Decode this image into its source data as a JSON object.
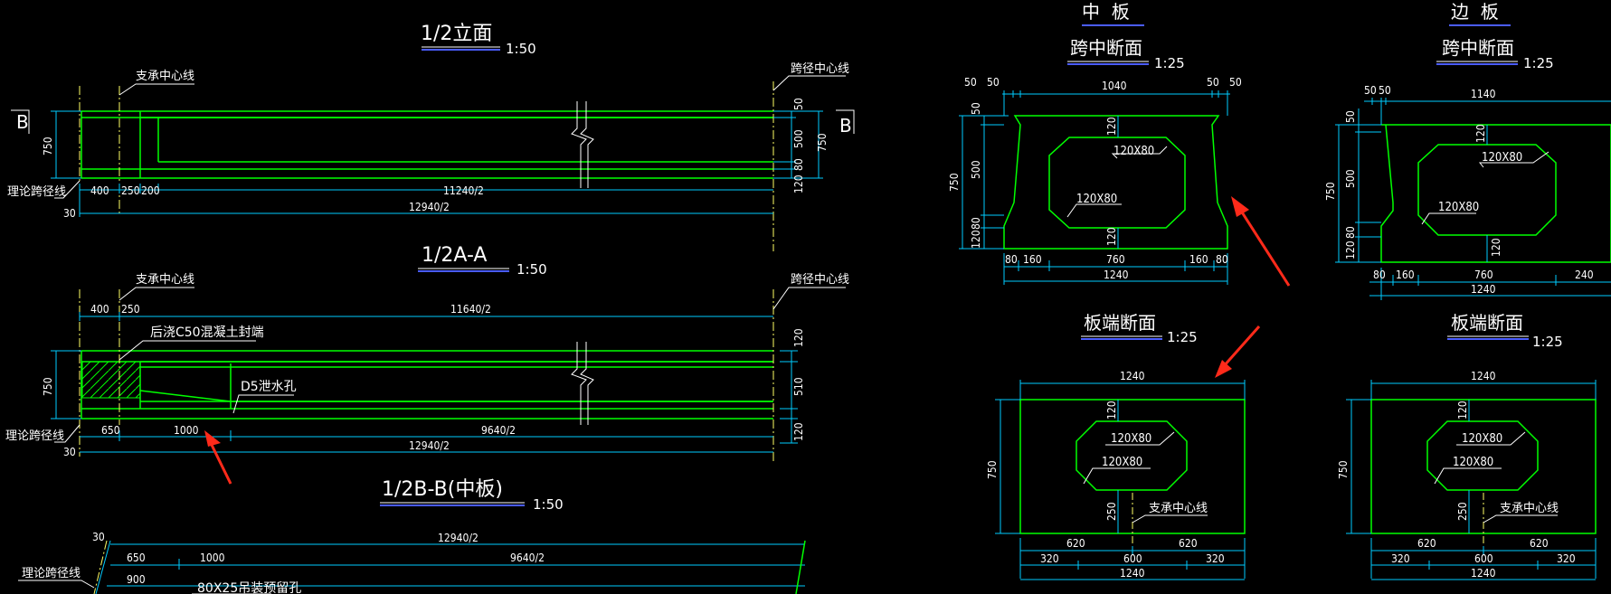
{
  "elevation": {
    "title": "1/2立面",
    "scale": "1:50",
    "section_mark": "B",
    "labels": {
      "support_centerline": "支承中心线",
      "span_centerline": "跨径中心线",
      "theory_span_line": "理论跨径线"
    },
    "dims": {
      "overall_h": "750",
      "right_top": "50",
      "right_mid": "500",
      "right_80": "80",
      "right_120": "120",
      "right_total": "750",
      "d400": "400",
      "d250": "250",
      "d200": "200",
      "d11240": "11240/2",
      "d30": "30",
      "d12940": "12940/2"
    }
  },
  "section_aa": {
    "title": "1/2A-A",
    "scale": "1:50",
    "labels": {
      "support_centerline": "支承中心线",
      "span_centerline": "跨径中心线",
      "theory_span_line": "理论跨径线",
      "seal_end": "后浇C50混凝土封端",
      "drain_hole": "D5泄水孔"
    },
    "dims": {
      "d400": "400",
      "d250": "250",
      "d11640": "11640/2",
      "h750": "750",
      "r120a": "120",
      "r510": "510",
      "r120b": "120",
      "d650": "650",
      "d1000": "1000",
      "d9640": "9640/2",
      "d30": "30",
      "d12940": "12940/2"
    }
  },
  "section_bb": {
    "title": "1/2B-B(中板)",
    "scale": "1:50",
    "labels": {
      "theory_span_line": "理论跨径线",
      "lifting_hole": "80X25吊装预留孔"
    },
    "dims": {
      "d30": "30",
      "d12940": "12940/2",
      "d650": "650",
      "d1000": "1000",
      "d9640": "9640/2",
      "d900": "900"
    }
  },
  "mid_plate": {
    "header": "中  板",
    "midspan": {
      "title": "跨中断面",
      "scale": "1:25",
      "chamfer_top": "120X80",
      "chamfer_bottom": "120X80",
      "dims": {
        "top50a": "50",
        "top50b": "50",
        "top1040": "1040",
        "top50c": "50",
        "top50d": "50",
        "left750": "750",
        "left50": "50",
        "left500": "500",
        "left80": "80",
        "left120": "120",
        "inner120top": "120",
        "inner120bot": "120",
        "b80a": "80",
        "b160a": "160",
        "b760": "760",
        "b160b": "160",
        "b80b": "80",
        "b1240": "1240"
      }
    },
    "end": {
      "title": "板端断面",
      "scale": "1:25",
      "chamfer_top": "120X80",
      "chamfer_bottom": "120X80",
      "support_centerline": "支承中心线",
      "dims": {
        "top1240": "1240",
        "left750": "750",
        "inner120": "120",
        "inner250": "250",
        "b620a": "620",
        "b620b": "620",
        "b320a": "320",
        "b600": "600",
        "b320b": "320",
        "b1240": "1240"
      }
    }
  },
  "edge_plate": {
    "header": "边  板",
    "midspan": {
      "title": "跨中断面",
      "scale": "1:25",
      "chamfer_top": "120X80",
      "chamfer_bottom": "120X80",
      "dims": {
        "top50a": "50",
        "top50b": "50",
        "top1140": "1140",
        "left750": "750",
        "left50": "50",
        "left500": "500",
        "left80": "80",
        "left120": "120",
        "inner120top": "120",
        "inner120bot": "120",
        "b80": "80",
        "b160": "160",
        "b760": "760",
        "b240": "240",
        "b1240": "1240"
      }
    },
    "end": {
      "title": "板端断面",
      "scale": "1:25",
      "chamfer_top": "120X80",
      "chamfer_bottom": "120X80",
      "support_centerline": "支承中心线",
      "dims": {
        "top1240": "1240",
        "left750": "750",
        "inner120": "120",
        "inner250": "250",
        "b620a": "620",
        "b620b": "620",
        "b320a": "320",
        "b600": "600",
        "b320b": "320",
        "b1240": "1240"
      }
    }
  },
  "colors": {
    "background": "#000000",
    "outline": "#00ff00",
    "dimension": "#00ccff",
    "text": "#ffffff",
    "centerline": "#ffff66",
    "annotation": "#ff2a1a"
  }
}
